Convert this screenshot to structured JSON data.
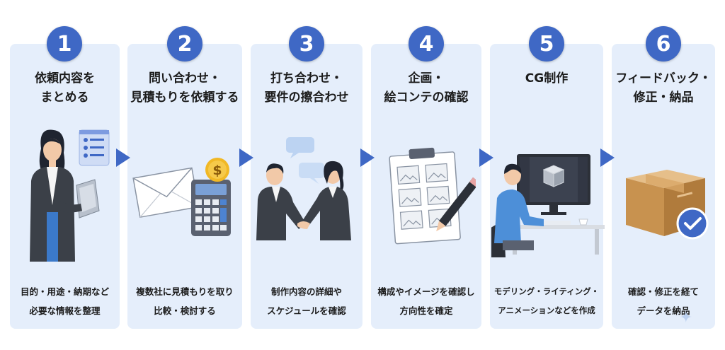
{
  "steps": [
    {
      "number": "1",
      "title": [
        "依頼内容を",
        "まとめる"
      ],
      "description": [
        "目的・用途・納期など",
        "必要な情報を整理"
      ],
      "icon": "woman-tablet"
    },
    {
      "number": "2",
      "title": [
        "問い合わせ・",
        "見積もりを依頼する"
      ],
      "description": [
        "複数社に見積もりを取り",
        "比較・検討する"
      ],
      "icon": "envelope-calculator"
    },
    {
      "number": "3",
      "title": [
        "打ち合わせ・",
        "要件の擦合わせ"
      ],
      "description": [
        "制作内容の詳細や",
        "スケジュールを確認"
      ],
      "icon": "handshake"
    },
    {
      "number": "4",
      "title": [
        "企画・",
        "絵コンテの確認"
      ],
      "description": [
        "構成やイメージを確認し",
        "方向性を確定"
      ],
      "icon": "storyboard-clipboard"
    },
    {
      "number": "5",
      "title": [
        "CG制作"
      ],
      "description": [
        "モデリング・ライティング・",
        "アニメーションなどを作成"
      ],
      "icon": "cg-workstation"
    },
    {
      "number": "6",
      "title": [
        "フィードバック・",
        "修正・納品"
      ],
      "description": [
        "確認・修正を経て",
        "データを納品"
      ],
      "icon": "box-check"
    }
  ],
  "colors": {
    "accent": "#3f68c5",
    "card": "#e5eefb",
    "text": "#1c1c1c"
  }
}
